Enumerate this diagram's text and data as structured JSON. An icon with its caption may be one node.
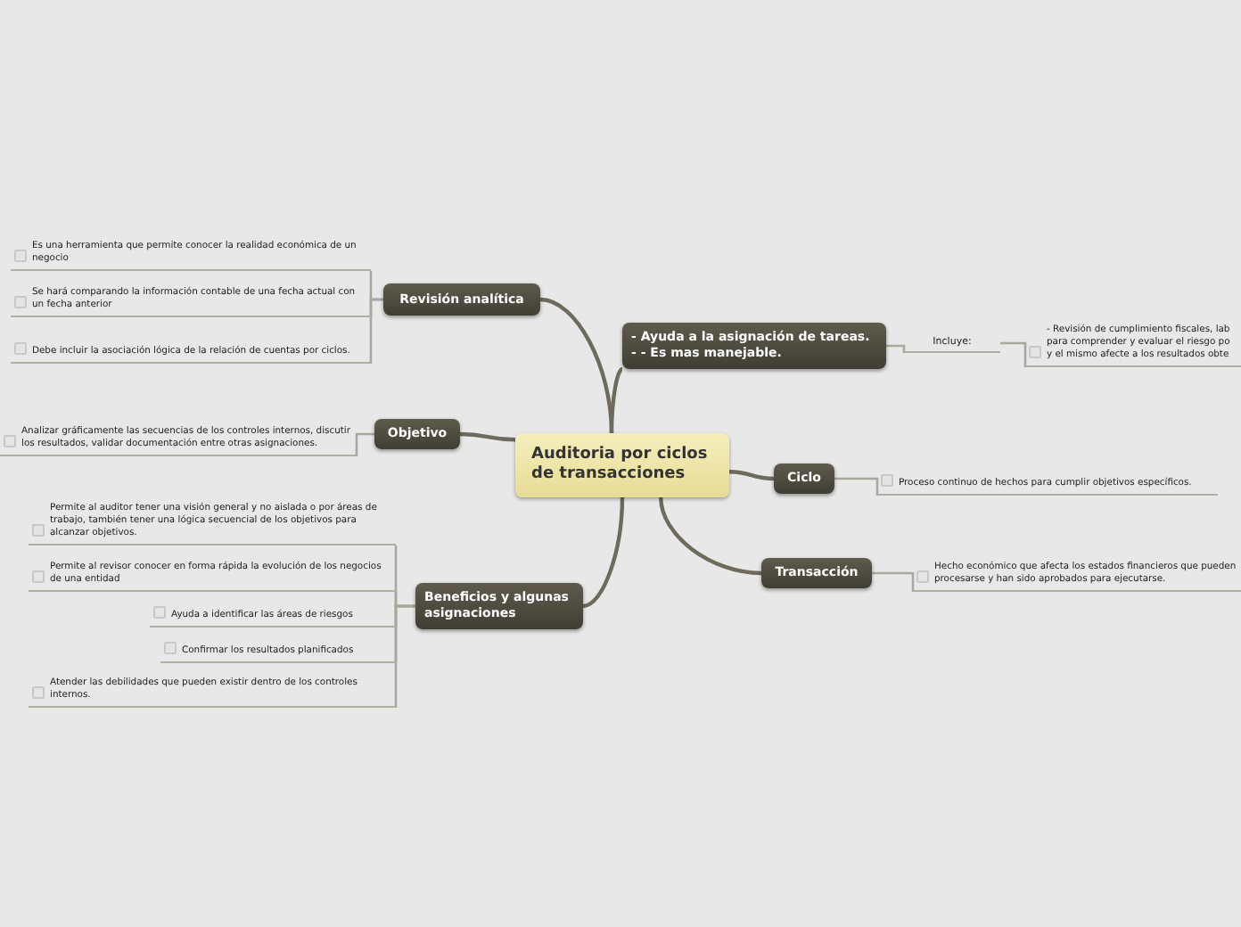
{
  "diagram": {
    "nodes": [
      {
        "text": [
          "Auditoria por ciclos de transacciones"
        ]
      },
      {
        "text": [
          "Revisión analítica"
        ]
      },
      {
        "text": [
          "Es una herramienta que permite conocer  la realidad económica de un negocio"
        ]
      },
      {
        "text": [
          "Se hará comparando la información contable de una fecha actual con un fecha anterior"
        ]
      },
      {
        "text": [
          "Debe incluir la asociación lógica de la relación de cuentas por ciclos."
        ]
      },
      {
        "text": [
          "Objetivo"
        ]
      },
      {
        "text": [
          "Analizar gráficamente las secuencias de los controles internos, discutir los resultados, validar documentación entre otras asignaciones."
        ]
      },
      {
        "text": [
          "Beneficios y algunas asignaciones"
        ]
      },
      {
        "text": [
          "Permite al auditor tener una visión general y no aislada o por áreas de trabajo, también tener una lógica secuencial de los objetivos para alcanzar objetivos."
        ]
      },
      {
        "text": [
          "Permite al revisor conocer en forma rápida la evolución de los negocios de una entidad"
        ]
      },
      {
        "text": [
          "Ayuda a identificar las áreas de riesgos"
        ]
      },
      {
        "text": [
          "Confirmar los resultados planificados"
        ]
      },
      {
        "text": [
          "Atender las debilidades que pueden existir dentro de los controles internos."
        ]
      },
      {
        "text": [
          "- Ayuda a la asignación de tareas.",
          "- - Es mas manejable."
        ]
      },
      {
        "text": [
          "Incluye:"
        ]
      },
      {
        "text": [
          "- Revisión  de cumplimiento fiscales, lab para comprender y evaluar el riesgo po y el mismo afecte a los resultados obte"
        ]
      },
      {
        "text": [
          "Ciclo"
        ]
      },
      {
        "text": [
          "Proceso continuo de hechos para cumplir  objetivos específicos."
        ]
      },
      {
        "text": [
          "Transacción"
        ]
      },
      {
        "text": [
          "Hecho económico que afecta los estados financieros que pueden procesarse y han sido aprobados para ejecutarse."
        ]
      }
    ],
    "edges": [
      {
        "from": 0,
        "to": 1,
        "arrow": "none"
      },
      {
        "from": 1,
        "to": 2,
        "arrow": "none"
      },
      {
        "from": 1,
        "to": 3,
        "arrow": "none"
      },
      {
        "from": 1,
        "to": 4,
        "arrow": "none"
      },
      {
        "from": 0,
        "to": 5,
        "arrow": "none"
      },
      {
        "from": 5,
        "to": 6,
        "arrow": "none"
      },
      {
        "from": 0,
        "to": 7,
        "arrow": "none"
      },
      {
        "from": 7,
        "to": 8,
        "arrow": "none"
      },
      {
        "from": 7,
        "to": 9,
        "arrow": "none"
      },
      {
        "from": 7,
        "to": 10,
        "arrow": "none"
      },
      {
        "from": 7,
        "to": 11,
        "arrow": "none"
      },
      {
        "from": 7,
        "to": 12,
        "arrow": "none"
      },
      {
        "from": 0,
        "to": 13,
        "arrow": "none"
      },
      {
        "from": 13,
        "to": 14,
        "arrow": "none"
      },
      {
        "from": 14,
        "to": 15,
        "arrow": "none"
      },
      {
        "from": 0,
        "to": 16,
        "arrow": "none"
      },
      {
        "from": 16,
        "to": 17,
        "arrow": "none"
      },
      {
        "from": 0,
        "to": 18,
        "arrow": "none"
      },
      {
        "from": 18,
        "to": 19,
        "arrow": "none"
      }
    ]
  }
}
